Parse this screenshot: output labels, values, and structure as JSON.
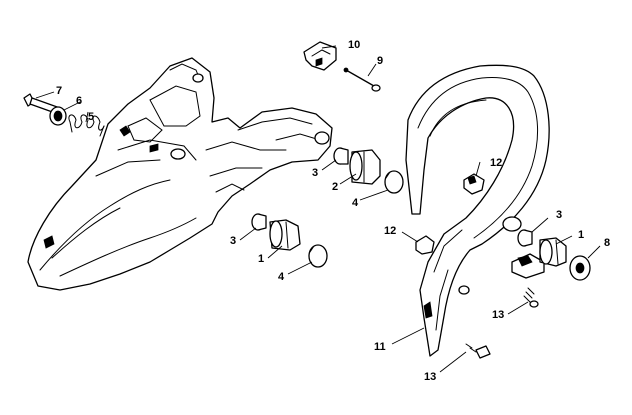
{
  "callouts": [
    {
      "id": "c1a",
      "label": "1"
    },
    {
      "id": "c1b",
      "label": "1"
    },
    {
      "id": "c2",
      "label": "2"
    },
    {
      "id": "c3a",
      "label": "3"
    },
    {
      "id": "c3b",
      "label": "3"
    },
    {
      "id": "c3c",
      "label": "3"
    },
    {
      "id": "c4a",
      "label": "4"
    },
    {
      "id": "c4b",
      "label": "4"
    },
    {
      "id": "c5",
      "label": "5"
    },
    {
      "id": "c6",
      "label": "6"
    },
    {
      "id": "c7",
      "label": "7"
    },
    {
      "id": "c8",
      "label": "8"
    },
    {
      "id": "c9",
      "label": "9"
    },
    {
      "id": "c10",
      "label": "10"
    },
    {
      "id": "c11",
      "label": "11"
    },
    {
      "id": "c12a",
      "label": "12"
    },
    {
      "id": "c12b",
      "label": "12"
    },
    {
      "id": "c13a",
      "label": "13"
    },
    {
      "id": "c13b",
      "label": "13"
    }
  ],
  "colors": {
    "line": "#000000",
    "background": "#ffffff"
  }
}
